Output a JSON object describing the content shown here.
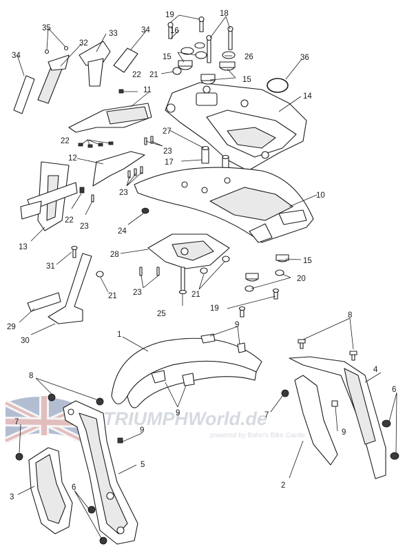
{
  "watermark": {
    "brand": "TRIUMPHWorld.de",
    "tagline": "powered by Bahn's Bike Garde",
    "flag_colors": {
      "blue": "#9aa7c4",
      "red": "#d9a7a7",
      "white": "#f2f2f2"
    }
  },
  "callouts": {
    "c1": "1",
    "c2": "2",
    "c3": "3",
    "c4": "4",
    "c5": "5",
    "c6a": "6",
    "c6b": "6",
    "c7a": "7",
    "c7b": "7",
    "c8a": "8",
    "c8b": "8",
    "c9a": "9",
    "c9b": "9",
    "c9c": "9",
    "c9d": "9",
    "c10": "10",
    "c11": "11",
    "c12": "12",
    "c13": "13",
    "c14": "14",
    "c15a": "15",
    "c15b": "15",
    "c15c": "15",
    "c16": "16",
    "c17": "17",
    "c18": "18",
    "c19a": "19",
    "c19b": "19",
    "c20": "20",
    "c21a": "21",
    "c21b": "21",
    "c21c": "21",
    "c22a": "22",
    "c22b": "22",
    "c22c": "22",
    "c23a": "23",
    "c23b": "23",
    "c23c": "23",
    "c23d": "23",
    "c24": "24",
    "c25": "25",
    "c26": "26",
    "c27": "27",
    "c28": "28",
    "c29": "29",
    "c30": "30",
    "c31": "31",
    "c32": "32",
    "c33": "33",
    "c34a": "34",
    "c34b": "34",
    "c35": "35",
    "c36": "36"
  }
}
